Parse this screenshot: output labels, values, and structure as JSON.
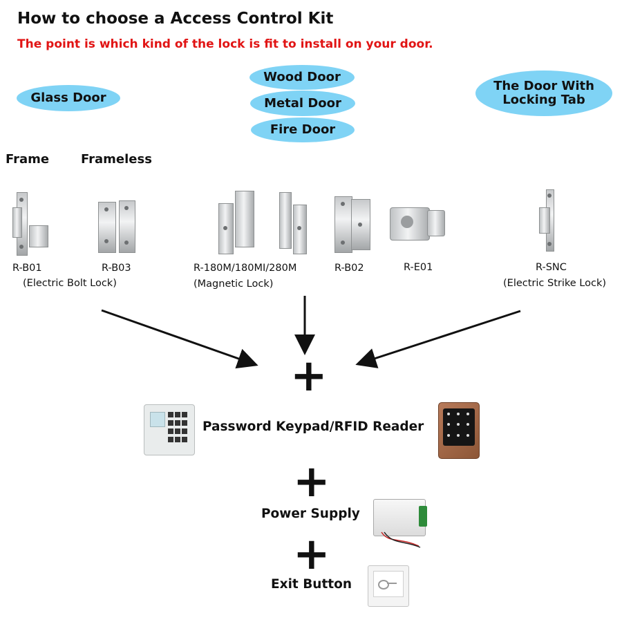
{
  "header": {
    "title": "How to choose a Access Control Kit",
    "subtitle": "The point is which kind of the lock is fit to install on your door."
  },
  "door_types": {
    "glass": "Glass Door",
    "wood": "Wood Door",
    "metal": "Metal Door",
    "fire": "Fire Door",
    "locking_tab": "The Door With Locking Tab"
  },
  "section_labels": {
    "frame": "Frame",
    "frameless": "Frameless"
  },
  "locks": [
    {
      "model": "R-B01",
      "type": "(Electric Bolt Lock)"
    },
    {
      "model": "R-B03",
      "type": ""
    },
    {
      "model": "R-180M/180MI/280M",
      "type": "(Magnetic Lock)"
    },
    {
      "model": "R-B02",
      "type": ""
    },
    {
      "model": "R-E01",
      "type": ""
    },
    {
      "model": "R-SNC",
      "type": "(Electric Strike Lock)"
    }
  ],
  "components": {
    "plus": "+",
    "reader": "Password Keypad/RFID Reader",
    "power": "Power Supply",
    "exit": "Exit Button"
  },
  "colors": {
    "title": "#111111",
    "subtitle": "#e11414",
    "pill": "#7fd3f5"
  }
}
